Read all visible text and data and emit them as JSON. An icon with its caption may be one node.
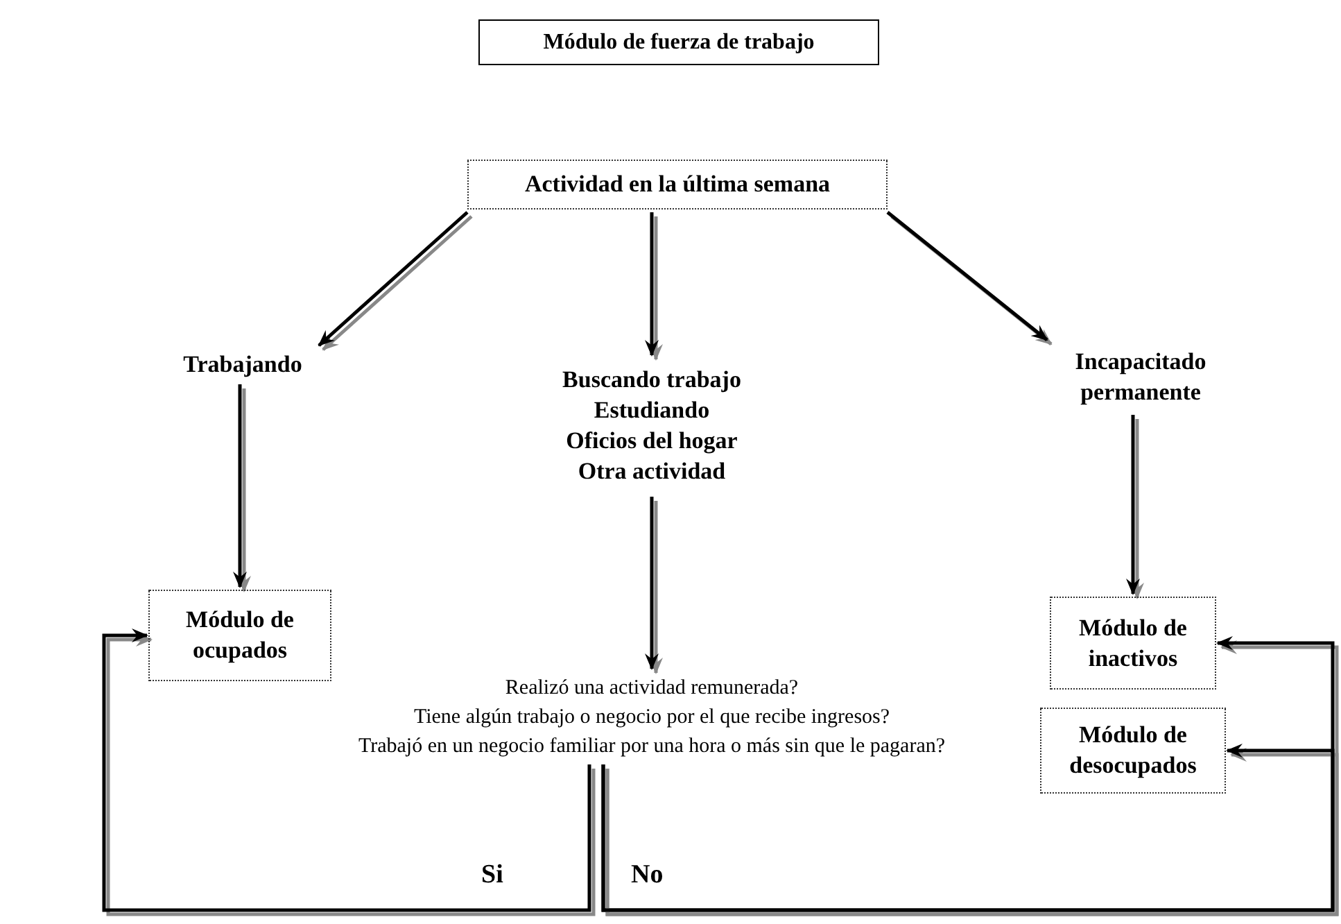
{
  "diagram": {
    "title": "Módulo de fuerza de trabajo",
    "nodes": [
      {
        "text": [
          "Actividad en la última semana"
        ]
      },
      {
        "text": [
          "Trabajando"
        ]
      },
      {
        "text": [
          "Buscando trabajo",
          "Estudiando",
          "Oficios del hogar",
          "Otra actividad"
        ]
      },
      {
        "text": [
          "Incapacitado permanente"
        ]
      },
      {
        "text": [
          "Módulo de ocupados"
        ]
      },
      {
        "text": [
          "Realizó una actividad remunerada?",
          "Tiene algún trabajo o negocio por el que recibe ingresos?",
          "Trabajó en un negocio familiar por una hora o más sin que le pagaran?"
        ]
      },
      {
        "text": [
          "Módulo de inactivos"
        ]
      },
      {
        "text": [
          "Módulo de desocupados"
        ]
      }
    ],
    "edges": [
      {
        "from": 0,
        "to": 1,
        "arrow": "to"
      },
      {
        "from": 0,
        "to": 2,
        "arrow": "to"
      },
      {
        "from": 0,
        "to": 3,
        "arrow": "to"
      },
      {
        "from": 1,
        "to": 4,
        "arrow": "to"
      },
      {
        "from": 2,
        "to": 5,
        "arrow": "to"
      },
      {
        "from": 3,
        "to": 6,
        "arrow": "to"
      },
      {
        "from": 5,
        "to": 4,
        "arrow": "to",
        "label": "Si"
      },
      {
        "from": 5,
        "to": 6,
        "arrow": "to",
        "label": "No"
      },
      {
        "from": 5,
        "to": 7,
        "arrow": "to"
      }
    ]
  }
}
